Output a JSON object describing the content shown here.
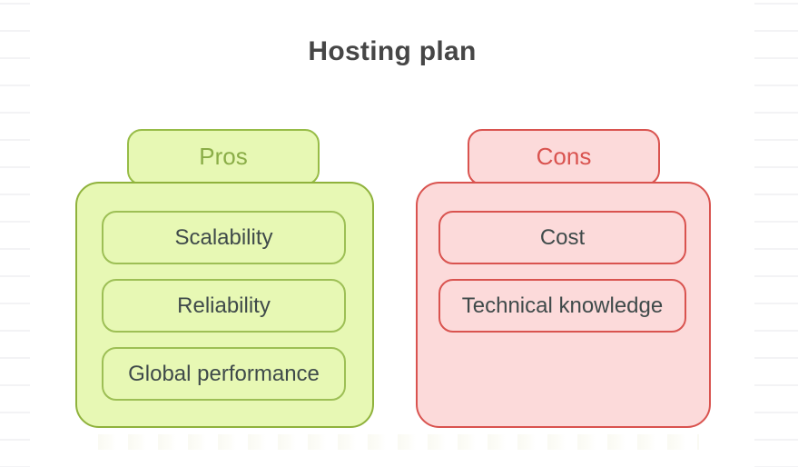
{
  "diagram": {
    "type": "pros-cons",
    "title": "Hosting plan",
    "columns": [
      {
        "id": "pros",
        "label": "Pros",
        "items": [
          "Scalability",
          "Reliability",
          "Global performance"
        ]
      },
      {
        "id": "cons",
        "label": "Cons",
        "items": [
          "Cost",
          "Technical knowledge"
        ]
      }
    ]
  },
  "colors": {
    "background": "#ffffff",
    "ruled_line": "#f3f3f5",
    "title_text": "#464646",
    "item_text": "#3f4a4a",
    "pros_fill": "#e7f8b4",
    "pros_border": "#8fb23c",
    "pros_label_text": "#8aad47",
    "cons_fill": "#fcdada",
    "cons_border": "#d9534f",
    "cons_label_text": "#d9534f"
  }
}
